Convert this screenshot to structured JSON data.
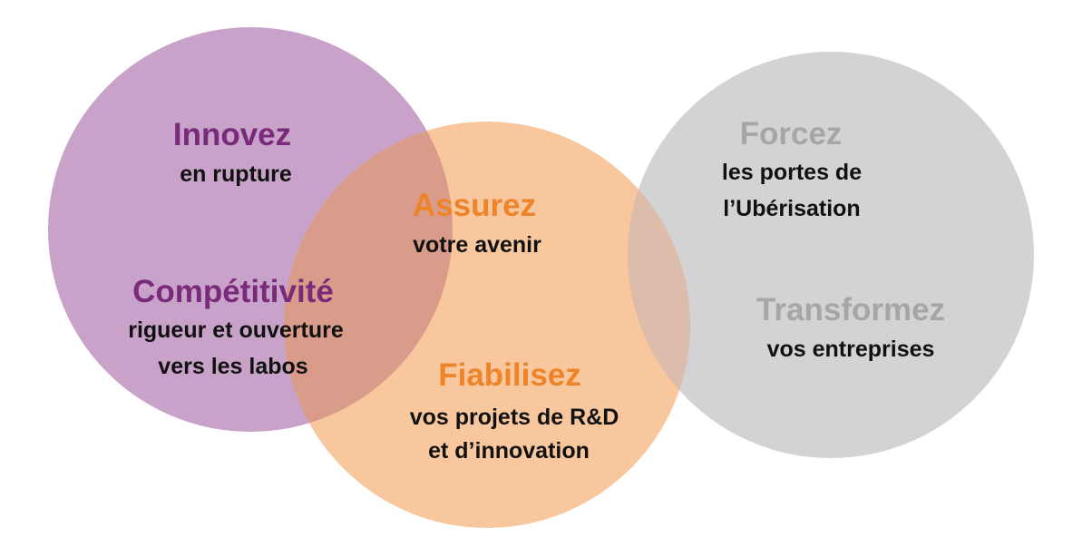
{
  "colors": {
    "purple_circle": "#c9a2c9",
    "orange_circle": "#f8c79e",
    "gray_circle": "#d3d3d6",
    "overlap_purple_orange": "#d99b8a",
    "overlap_orange_gray": "#dcbcab",
    "purple_text": "#7a2a7a",
    "orange_text": "#ee8429",
    "gray_text": "#a6a6a6",
    "body_text": "#111111"
  },
  "circles": {
    "purple": {
      "title": "Innovez",
      "subtitle": "en rupture",
      "title2": "Compétitivité",
      "subtitle2_line1": "rigueur et ouverture",
      "subtitle2_line2": "vers les labos"
    },
    "orange": {
      "title": "Assurez",
      "subtitle": "votre avenir",
      "title2": "Fiabilisez",
      "subtitle2_line1": "vos projets de R&D",
      "subtitle2_line2": "et d’innovation"
    },
    "gray": {
      "title": "Forcez",
      "subtitle_line1": "les portes de",
      "subtitle_line2": "l’Ubérisation",
      "title2": "Transformez",
      "subtitle2": "vos entreprises"
    }
  }
}
